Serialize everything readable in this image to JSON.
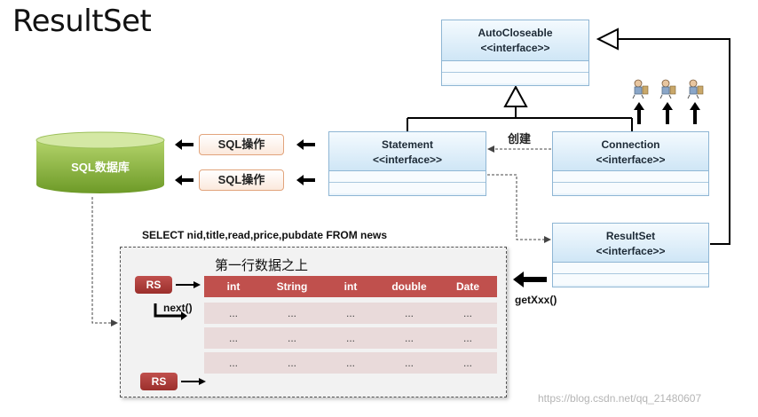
{
  "title": "ResultSet",
  "database": {
    "label": "SQL数据库"
  },
  "sql_ops": [
    "SQL操作",
    "SQL操作"
  ],
  "classes": {
    "autocloseable": {
      "name": "AutoCloseable",
      "stereotype": "<<interface>>"
    },
    "statement": {
      "name": "Statement",
      "stereotype": "<<interface>>"
    },
    "connection": {
      "name": "Connection",
      "stereotype": "<<interface>>"
    },
    "resultset": {
      "name": "ResultSet",
      "stereotype": "<<interface>>"
    }
  },
  "create_label": "创建",
  "query": "SELECT nid,title,read,price,pubdate FROM news",
  "first_row_label": "第一行数据之上",
  "cursor": {
    "rs_top": "RS",
    "rs_bottom": "RS",
    "next_label": "next()"
  },
  "table": {
    "headers": [
      "int",
      "String",
      "int",
      "double",
      "Date"
    ],
    "rows": [
      [
        "...",
        "...",
        "...",
        "...",
        "..."
      ],
      [
        "...",
        "...",
        "...",
        "...",
        "..."
      ],
      [
        "...",
        "...",
        "...",
        "...",
        "..."
      ]
    ]
  },
  "getxxx_label": "getXxx()",
  "watermark": "https://blog.csdn.net/qq_21480607",
  "colors": {
    "uml_fill": "#eaf4fb",
    "uml_border": "#8fb6d4",
    "db_green": "#8cb43c",
    "header_red": "#c0504d",
    "cell_pink": "#e9dada"
  }
}
